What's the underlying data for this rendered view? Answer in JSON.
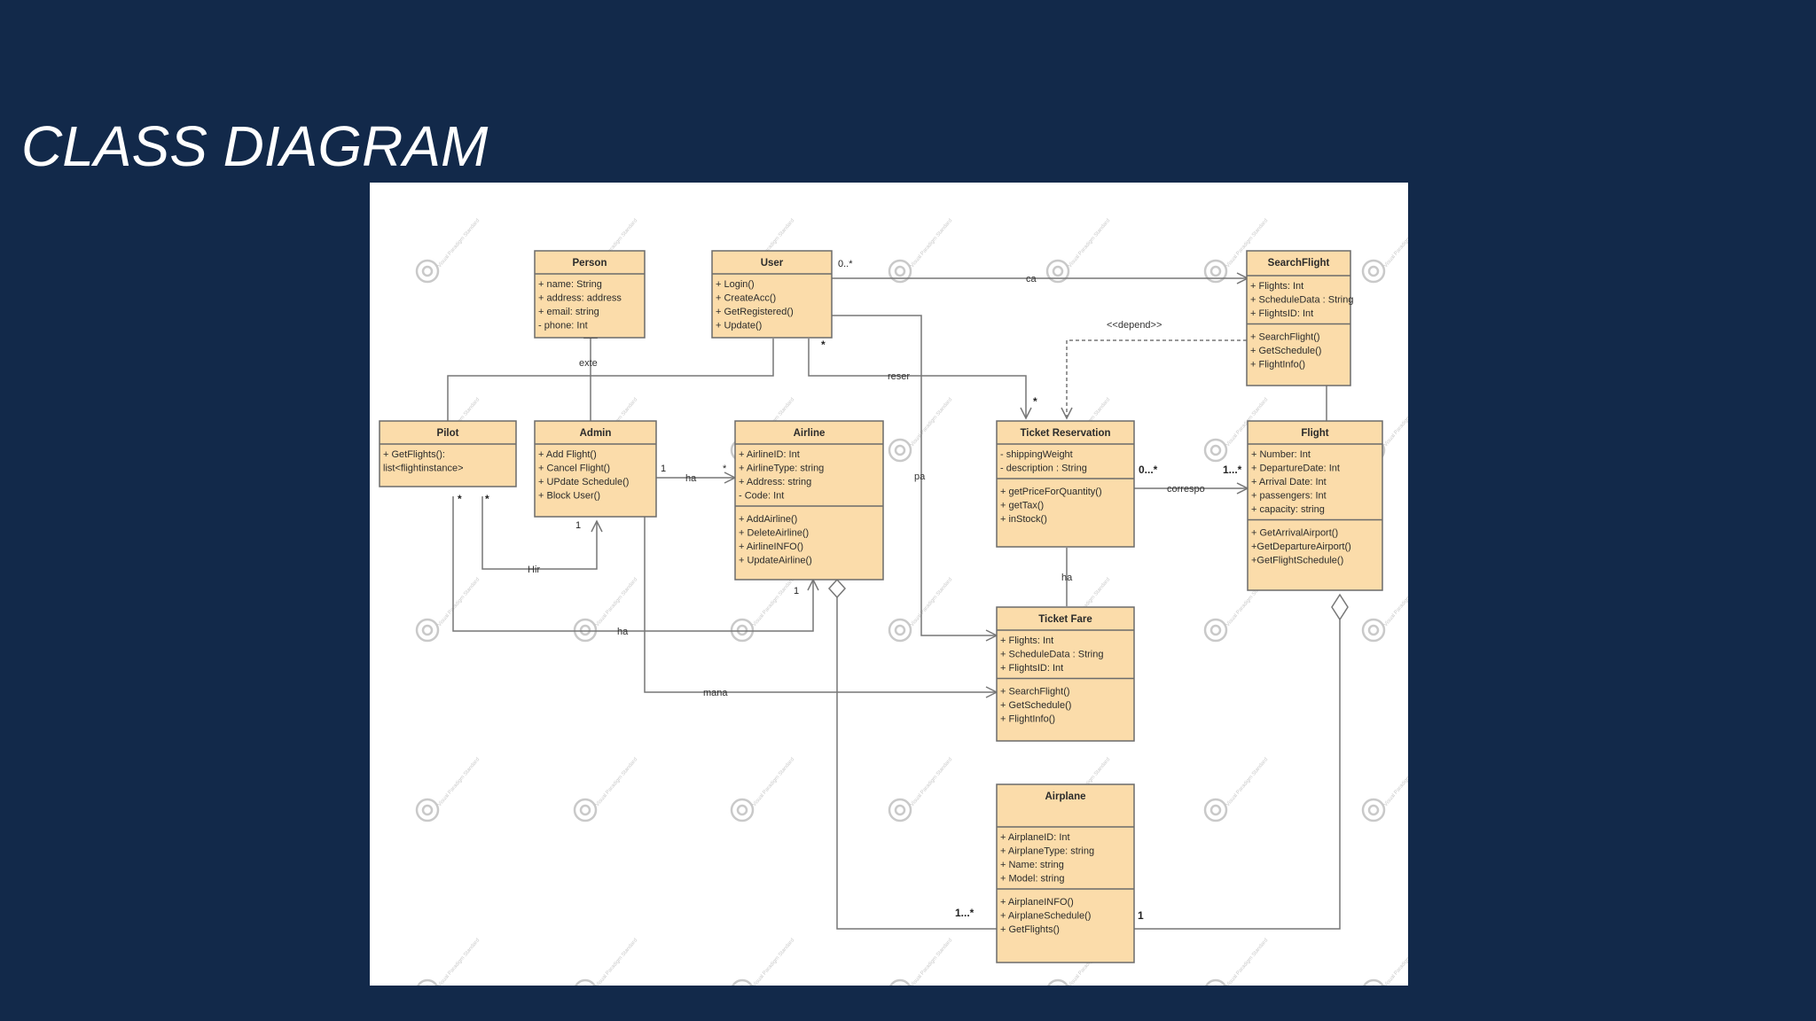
{
  "slide": {
    "title": "CLASS DIAGRAM"
  },
  "diagram": {
    "classes": {
      "person": {
        "name": "Person",
        "attributes": [
          "+ name: String",
          "+ address: address",
          "+ email: string",
          "- phone: Int"
        ],
        "methods": []
      },
      "user": {
        "name": "User",
        "attributes": [],
        "methods": [
          "+ Login()",
          "+ CreateAcc()",
          "+ GetRegistered()",
          "+ Update()"
        ]
      },
      "search_flight": {
        "name": "SearchFlight",
        "attributes": [
          "+ Flights: Int",
          "+ ScheduleData : String",
          "+ FlightsID: Int"
        ],
        "methods": [
          "+ SearchFlight()",
          "+ GetSchedule()",
          "+ FlightInfo()"
        ]
      },
      "pilot": {
        "name": "Pilot",
        "attributes": [
          "+ GetFlights():",
          "list<flightinstance>"
        ],
        "methods": []
      },
      "admin": {
        "name": "Admin",
        "attributes": [
          "+ Add Flight()",
          "+ Cancel Flight()",
          "+ UPdate Schedule()",
          "+ Block User()"
        ],
        "methods": []
      },
      "airline": {
        "name": "Airline",
        "attributes": [
          "+ AirlineID: Int",
          "+ AirlineType: string",
          "+ Address: string",
          "- Code: Int"
        ],
        "methods": [
          "+ AddAirline()",
          "+ DeleteAirline()",
          "+ AirlineINFO()",
          "+ UpdateAirline()"
        ]
      },
      "ticket_reservation": {
        "name": "Ticket Reservation",
        "attributes": [
          "- shippingWeight",
          "- description : String"
        ],
        "methods": [
          "+ getPriceForQuantity()",
          "+ getTax()",
          "+ inStock()"
        ]
      },
      "flight": {
        "name": "Flight",
        "attributes": [
          "+ Number: Int",
          "+ DepartureDate: Int",
          "+ Arrival Date: Int",
          "+ passengers: Int",
          "+ capacity: string"
        ],
        "methods": [
          "+ GetArrivalAirport()",
          "+GetDepartureAirport()",
          "+GetFlightSchedule()"
        ]
      },
      "ticket_fare": {
        "name": "Ticket Fare",
        "attributes": [
          "+ Flights: Int",
          "+ ScheduleData : String",
          "+ FlightsID: Int"
        ],
        "methods": [
          "+ SearchFlight()",
          "+ GetSchedule()",
          "+ FlightInfo()"
        ]
      },
      "airplane": {
        "name": "Airplane",
        "attributes": [
          "+ AirplaneID: Int",
          "+ AirplaneType: string",
          "+ Name: string",
          "+ Model: string"
        ],
        "methods": [
          "+ AirplaneINFO()",
          "+ AirplaneSchedule()",
          "+ GetFlights()"
        ]
      }
    },
    "relations": {
      "user_searchflight_label": "ca",
      "user_searchflight_mult": "0..*",
      "depend_label": "<<depend>>",
      "extends_label": "exte",
      "reserve_label": "reser",
      "reserve_mult": "*",
      "pay_label": "pa",
      "admin_airline_label": "ha",
      "admin_airline_mult_a": "1",
      "admin_airline_mult_b": "*",
      "reservation_flight_label": "correspo",
      "reservation_flight_mult_a": "0...*",
      "reservation_flight_mult_b": "1...*",
      "hire_label": "Hir",
      "hire_mult_admin": "1",
      "pilot_mult_a": "*",
      "pilot_mult_b": "*",
      "pilot_airline_label": "ha",
      "airline_mult": "1",
      "reservation_fare_label": "ha",
      "manage_label": "mana",
      "airplane_airline_mult": "1...*",
      "airplane_flight_mult": "1"
    },
    "watermark_text": "Visual Paradigm Standard"
  }
}
